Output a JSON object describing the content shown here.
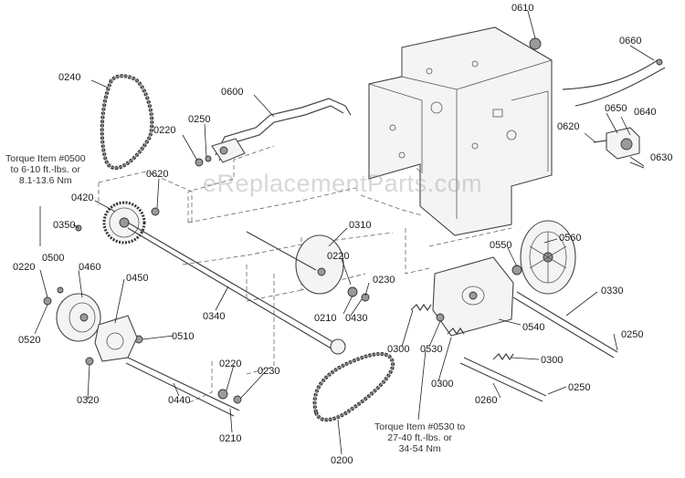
{
  "watermark": "eReplacementParts.com",
  "notes": {
    "torque_0500": [
      "Torque Item #0500",
      "to 6-10 ft.-lbs. or",
      "8.1-13.6 Nm"
    ],
    "torque_0530": [
      "Torque Item #0530 to",
      "27-40 ft.-lbs. or",
      "34-54 Nm"
    ]
  },
  "labels": {
    "p0610": "0610",
    "p0660": "0660",
    "p0240": "0240",
    "p0600": "0600",
    "p0650": "0650",
    "p0640": "0640",
    "p0620a": "0620",
    "p0630": "0630",
    "p0220a": "0220",
    "p0250a": "0250",
    "p0620b": "0620",
    "p0420": "0420",
    "p0310": "0310",
    "p0350": "0350",
    "p0560": "0560",
    "p0220b": "0220",
    "p0550": "0550",
    "p0220c": "0220",
    "p0500": "0500",
    "p0460": "0460",
    "p0230a": "0230",
    "p0450": "0450",
    "p0330": "0330",
    "p0340": "0340",
    "p0210a": "0210",
    "p0430": "0430",
    "p0520": "0520",
    "p0510": "0510",
    "p0300a": "0300",
    "p0540": "0540",
    "p0250b": "0250",
    "p0530": "0530",
    "p0300b": "0300",
    "p0220d": "0220",
    "p0230b": "0230",
    "p0320": "0320",
    "p0300c": "0300",
    "p0440": "0440",
    "p0260": "0260",
    "p0250c": "0250",
    "p0210b": "0210",
    "p0200": "0200"
  }
}
